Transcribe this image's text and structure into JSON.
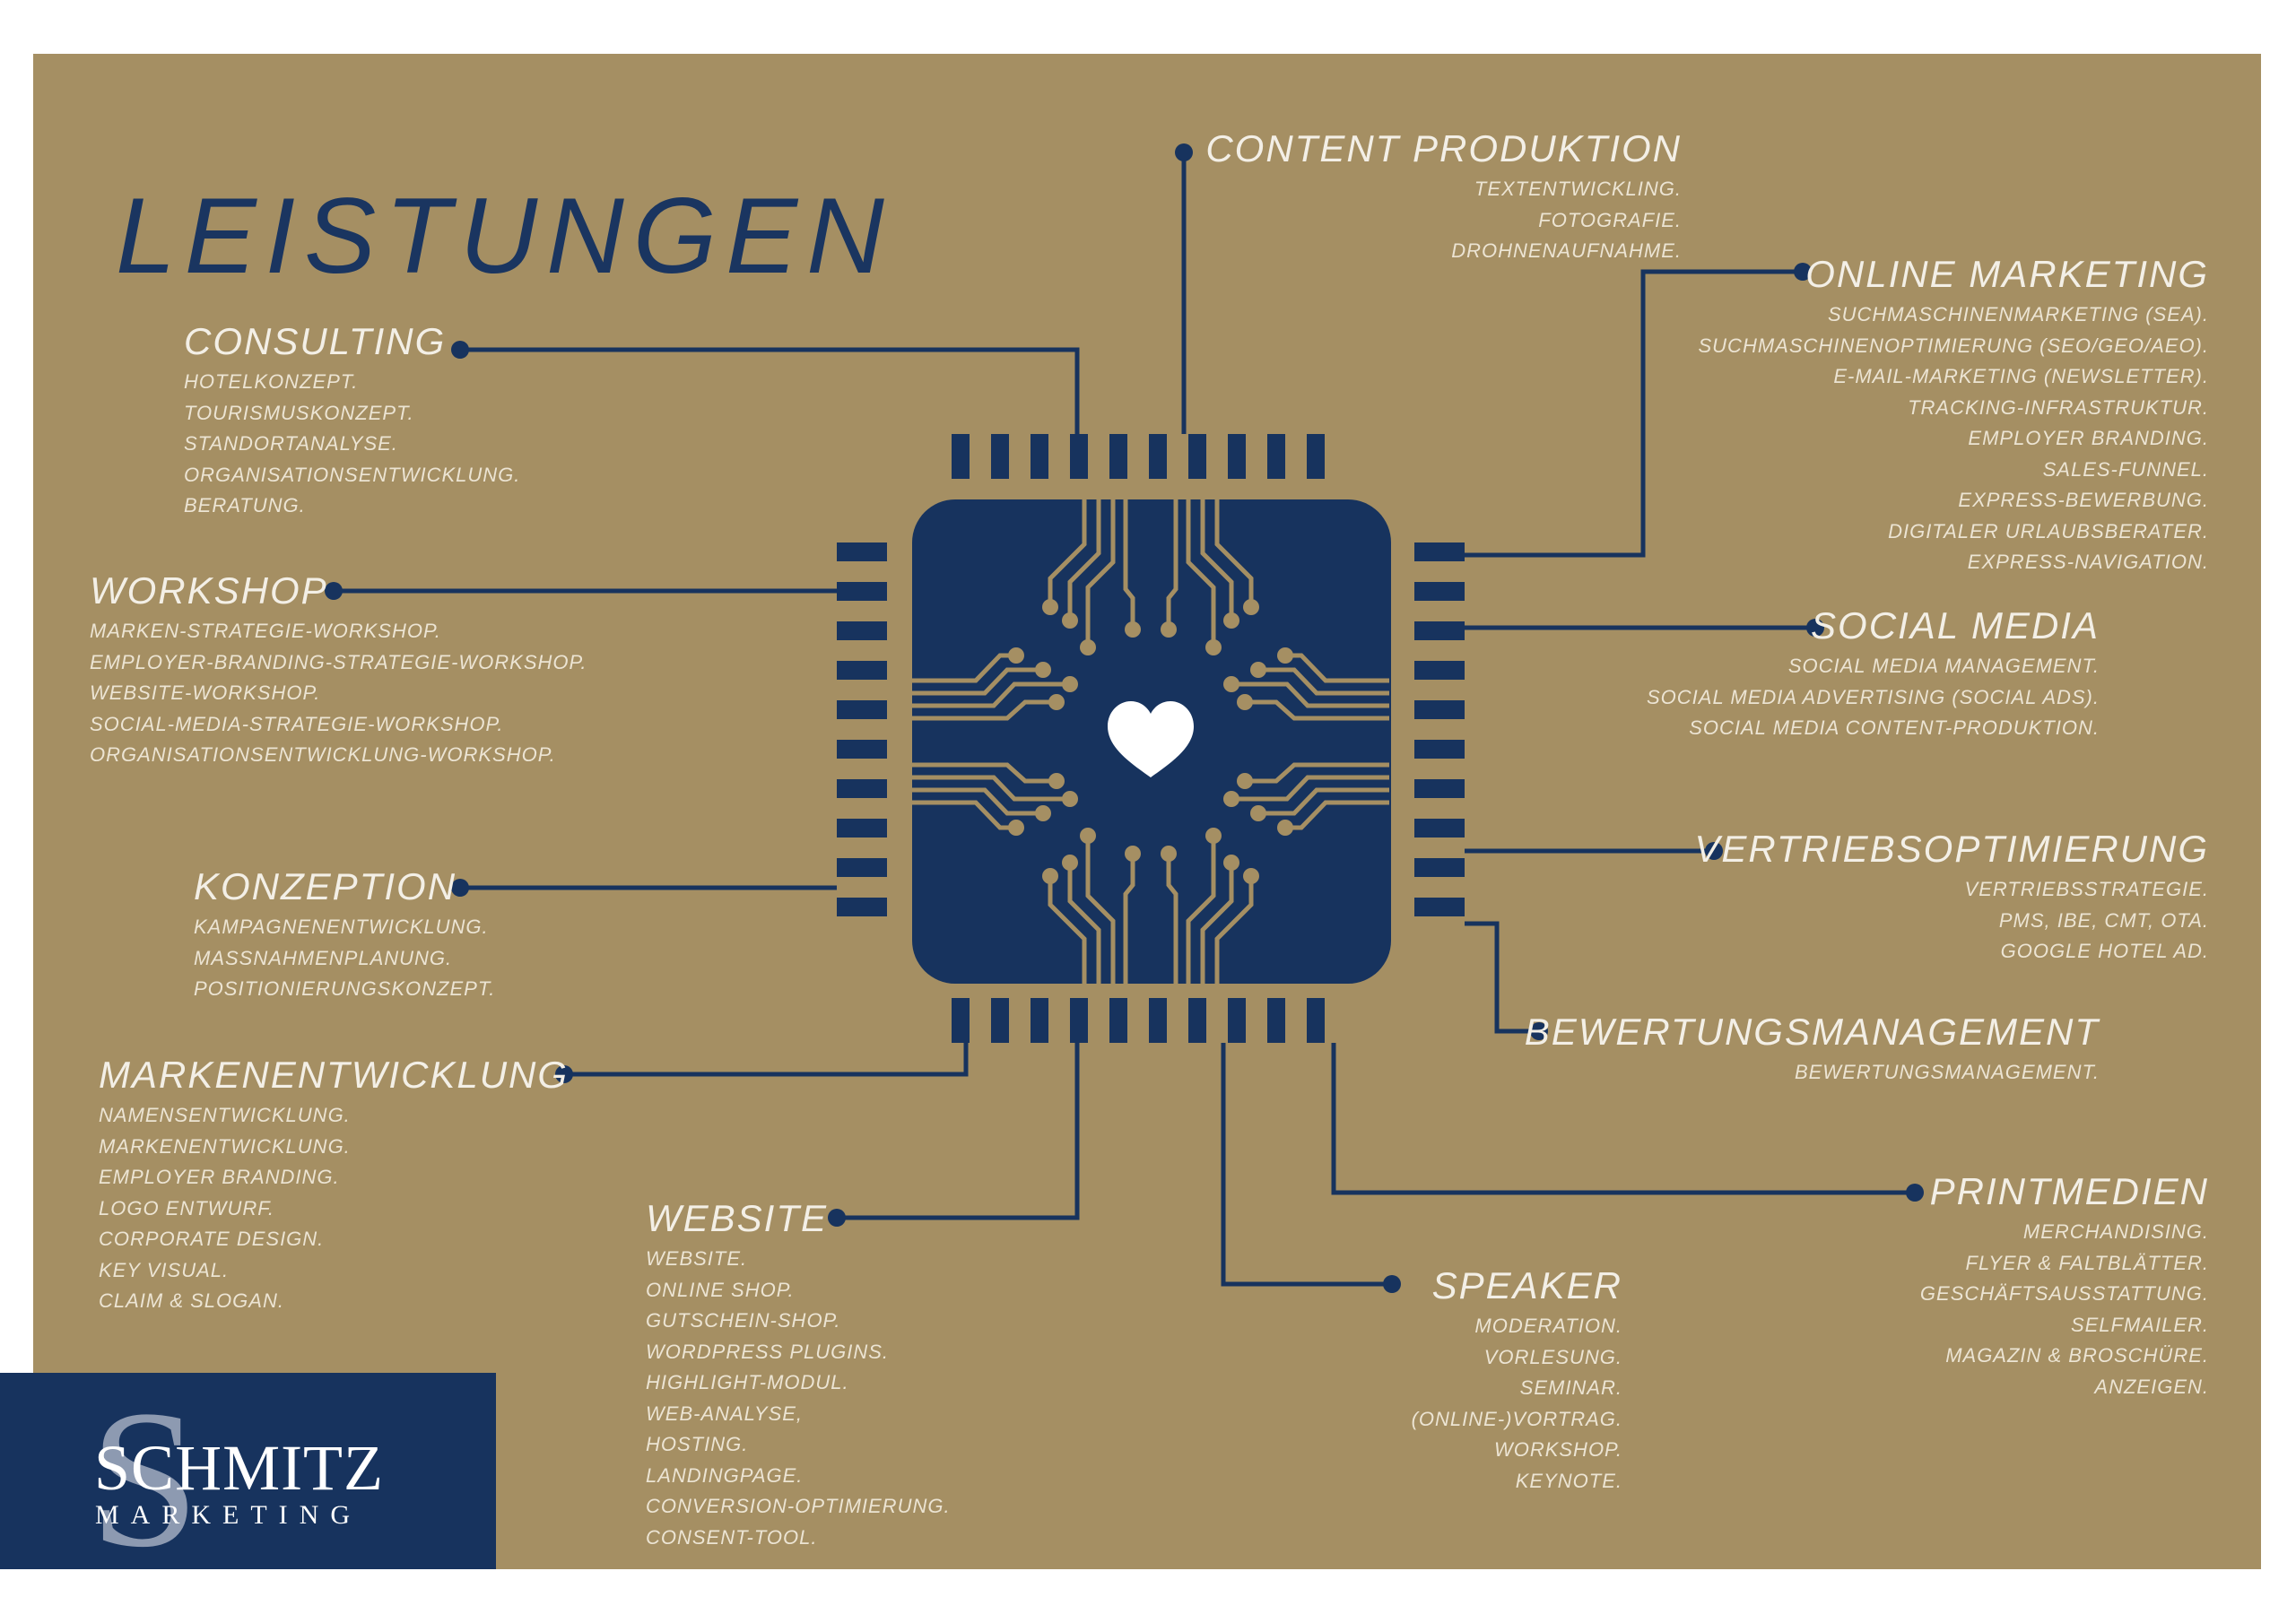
{
  "heading": "LEISTUNGEN",
  "colors": {
    "background": "#a58f63",
    "navy": "#17335e",
    "gold_trace": "#a58f63",
    "text_light": "#ece4d3"
  },
  "chip_icon": "heart-icon",
  "logo": {
    "letter": "S",
    "name": "SCHMITZ",
    "sub": "MARKETING"
  },
  "services": [
    {
      "id": "content-produktion",
      "title": "CONTENT PRODUKTION",
      "items": [
        "TEXTENTWICKLING.",
        "FOTOGRAFIE.",
        "DROHNENAUFNAHME."
      ]
    },
    {
      "id": "online-marketing",
      "title": "ONLINE MARKETING",
      "items": [
        "SUCHMASCHINENMARKETING (SEA).",
        "SUCHMASCHINENOPTIMIERUNG (SEO/GEO/AEO).",
        "E-MAIL-MARKETING (NEWSLETTER).",
        "TRACKING-INFRASTRUKTUR.",
        "EMPLOYER BRANDING.",
        "SALES-FUNNEL.",
        "EXPRESS-BEWERBUNG.",
        "DIGITALER URLAUBSBERATER.",
        "EXPRESS-NAVIGATION."
      ]
    },
    {
      "id": "social-media",
      "title": "SOCIAL MEDIA",
      "items": [
        "SOCIAL MEDIA MANAGEMENT.",
        "SOCIAL MEDIA ADVERTISING (SOCIAL ADS).",
        "SOCIAL MEDIA CONTENT-PRODUKTION."
      ]
    },
    {
      "id": "vertriebsoptimierung",
      "title": "VERTRIEBSOPTIMIERUNG",
      "items": [
        "VERTRIEBSSTRATEGIE.",
        "PMS, IBE, CMT, OTA.",
        "GOOGLE HOTEL AD."
      ]
    },
    {
      "id": "bewertungsmanagement",
      "title": "BEWERTUNGSMANAGEMENT",
      "items": [
        "BEWERTUNGSMANAGEMENT."
      ]
    },
    {
      "id": "printmedien",
      "title": "PRINTMEDIEN",
      "items": [
        "MERCHANDISING.",
        "FLYER & FALTBLÄTTER.",
        "GESCHÄFTSAUSSTATTUNG.",
        "SELFMAILER.",
        "MAGAZIN & BROSCHÜRE.",
        "ANZEIGEN."
      ]
    },
    {
      "id": "speaker",
      "title": "SPEAKER",
      "items": [
        "MODERATION.",
        "VORLESUNG.",
        "SEMINAR.",
        "(ONLINE-)VORTRAG.",
        "WORKSHOP.",
        "KEYNOTE."
      ]
    },
    {
      "id": "website",
      "title": "WEBSITE",
      "items": [
        "WEBSITE.",
        "ONLINE SHOP.",
        "GUTSCHEIN-SHOP.",
        "WORDPRESS PLUGINS.",
        "HIGHLIGHT-MODUL.",
        "WEB-ANALYSE,",
        "HOSTING.",
        "LANDINGPAGE.",
        "CONVERSION-OPTIMIERUNG.",
        "CONSENT-TOOL."
      ]
    },
    {
      "id": "markenentwicklung",
      "title": "MARKENENTWICKLUNG",
      "items": [
        "NAMENSENTWICKLUNG.",
        "MARKENENTWICKLUNG.",
        "EMPLOYER BRANDING.",
        "LOGO ENTWURF.",
        "CORPORATE DESIGN.",
        "KEY VISUAL.",
        "CLAIM & SLOGAN."
      ]
    },
    {
      "id": "konzeption",
      "title": "KONZEPTION",
      "items": [
        "KAMPAGNENENTWICKLUNG.",
        "MASSNAHMENPLANUNG.",
        "POSITIONIERUNGSKONZEPT."
      ]
    },
    {
      "id": "workshop",
      "title": "WORKSHOP",
      "items": [
        "MARKEN-STRATEGIE-WORKSHOP.",
        "EMPLOYER-BRANDING-STRATEGIE-WORKSHOP.",
        "WEBSITE-WORKSHOP.",
        "SOCIAL-MEDIA-STRATEGIE-WORKSHOP.",
        "ORGANISATIONSENTWICKLUNG-WORKSHOP."
      ]
    },
    {
      "id": "consulting",
      "title": "CONSULTING",
      "items": [
        "HOTELKONZEPT.",
        "TOURISMUSKONZEPT.",
        "STANDORTANALYSE.",
        "ORGANISATIONSENTWICKLUNG.",
        "BERATUNG."
      ]
    }
  ]
}
